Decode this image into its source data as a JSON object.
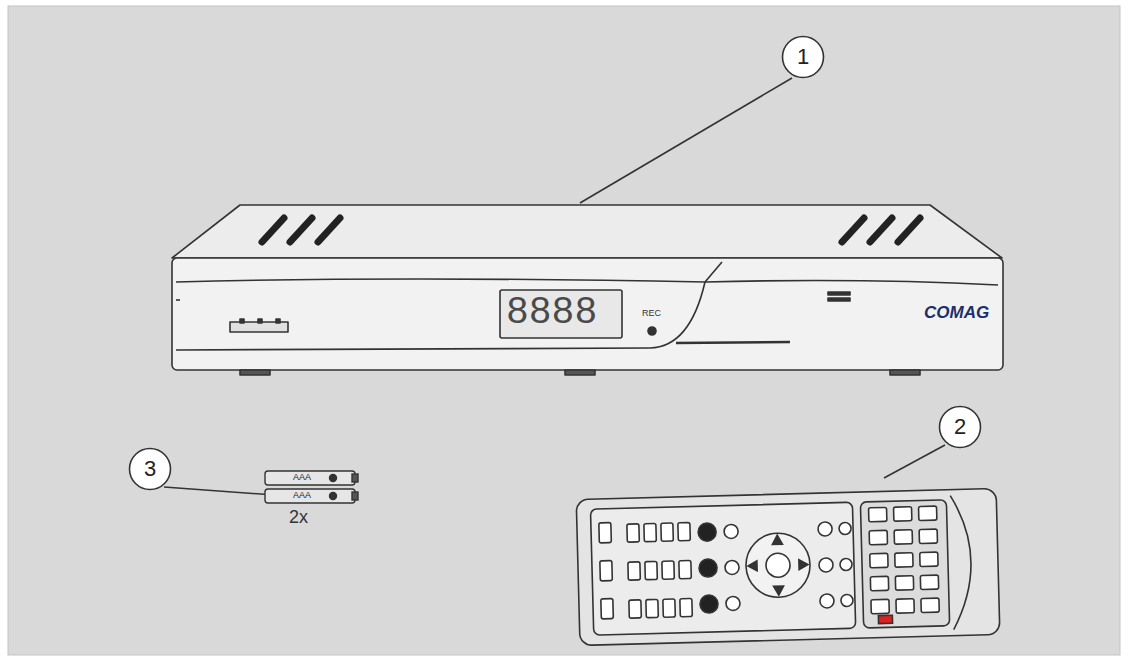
{
  "diagram": {
    "nodes": [
      {
        "text": [
          "1"
        ]
      },
      {
        "text": [
          "2"
        ]
      },
      {
        "text": [
          "3"
        ]
      }
    ],
    "labels": [
      "8888",
      "REC",
      "COMAG",
      "AAA",
      "AAA",
      "2x"
    ]
  }
}
